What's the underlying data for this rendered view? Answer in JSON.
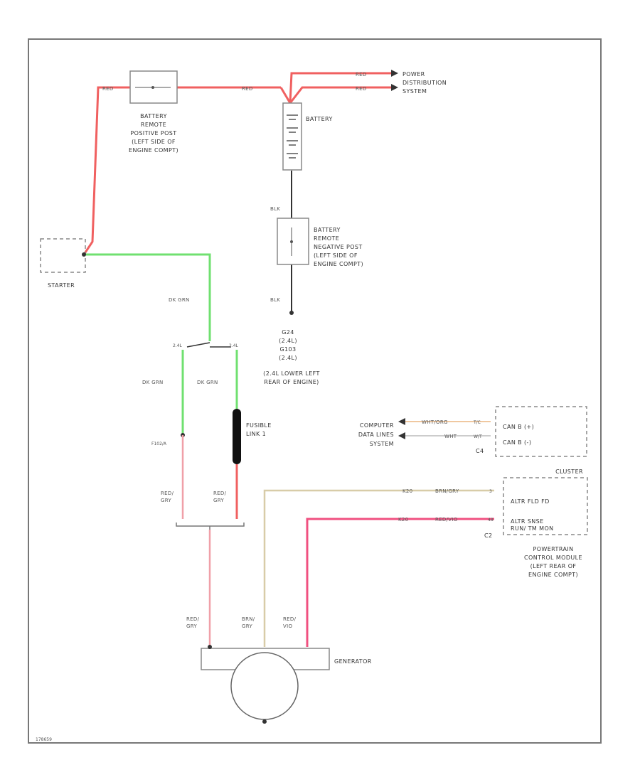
{
  "colors": {
    "red": "#f06060",
    "pink": "#f0a0a8",
    "dk_green": "#70e070",
    "brown_grey": "#d8cca8",
    "red_violet": "#f05080",
    "black": "#333333",
    "orange_grey": "#f0c8a0"
  },
  "labels": {
    "battery_remote_positive": [
      "BATTERY",
      "REMOTE",
      "POSITIVE POST",
      "(LEFT SIDE OF",
      "ENGINE COMPT)"
    ],
    "battery": "BATTERY",
    "power_distribution": [
      "POWER",
      "DISTRIBUTION",
      "SYSTEM"
    ],
    "battery_remote_negative": [
      "BATTERY",
      "REMOTE",
      "NEGATIVE POST",
      "(LEFT SIDE OF",
      "ENGINE COMPT)"
    ],
    "starter": "STARTER",
    "ground": [
      "G24",
      "(2.4L)",
      "G103",
      "(2.4L)",
      "(2.4L LOWER LEFT",
      "REAR OF ENGINE)"
    ],
    "fusible_link": [
      "FUSIBLE",
      "LINK 1"
    ],
    "splice_left": "2.4L",
    "splice_right": "2.4L",
    "splice_f102": "F102/A",
    "computer_data": [
      "COMPUTER",
      "DATA LINES",
      "SYSTEM"
    ],
    "can_b_high": "CAN B (+)",
    "can_b_low": "CAN B (-)",
    "c4": "C4",
    "cluster": "CLUSTER",
    "altr_fld": "ALTR FLD FD",
    "altr_sense": [
      "ALTR SNSE",
      "RUN/ TM MON"
    ],
    "c2": "C2",
    "pcm": [
      "POWERTRAIN",
      "CONTROL MODULE",
      "(LEFT REAR OF",
      "ENGINE COMPT)"
    ],
    "generator": "GENERATOR",
    "figure_id": "178659"
  },
  "wire_labels": {
    "red_a": "RED",
    "red_b": "RED",
    "red_c": "RED",
    "red_d": "RED",
    "blk_a": "BLK",
    "blk_b": "BLK",
    "dk_grn_a": "DK GRN",
    "dk_grn_b": "DK GRN",
    "dk_grn_c": "DK GRN",
    "red_gry_a": [
      "RED/",
      "GRY"
    ],
    "red_gry_b": [
      "RED/",
      "GRY"
    ],
    "red_gry_c": [
      "RED/",
      "GRY"
    ],
    "brn_gry": [
      "BRN/",
      "GRY"
    ],
    "red_vio": [
      "RED/",
      "VIO"
    ],
    "wht_org": "WHT/ORG",
    "wht": "WHT",
    "pin_tc": "T/C",
    "pin_wt": "W/T",
    "k20": "K20",
    "brn_gry_h": "BRN/GRY",
    "pin_3": "3",
    "k20b": "K20",
    "red_vio_h": "RED/VIO",
    "pin_48": "48"
  }
}
